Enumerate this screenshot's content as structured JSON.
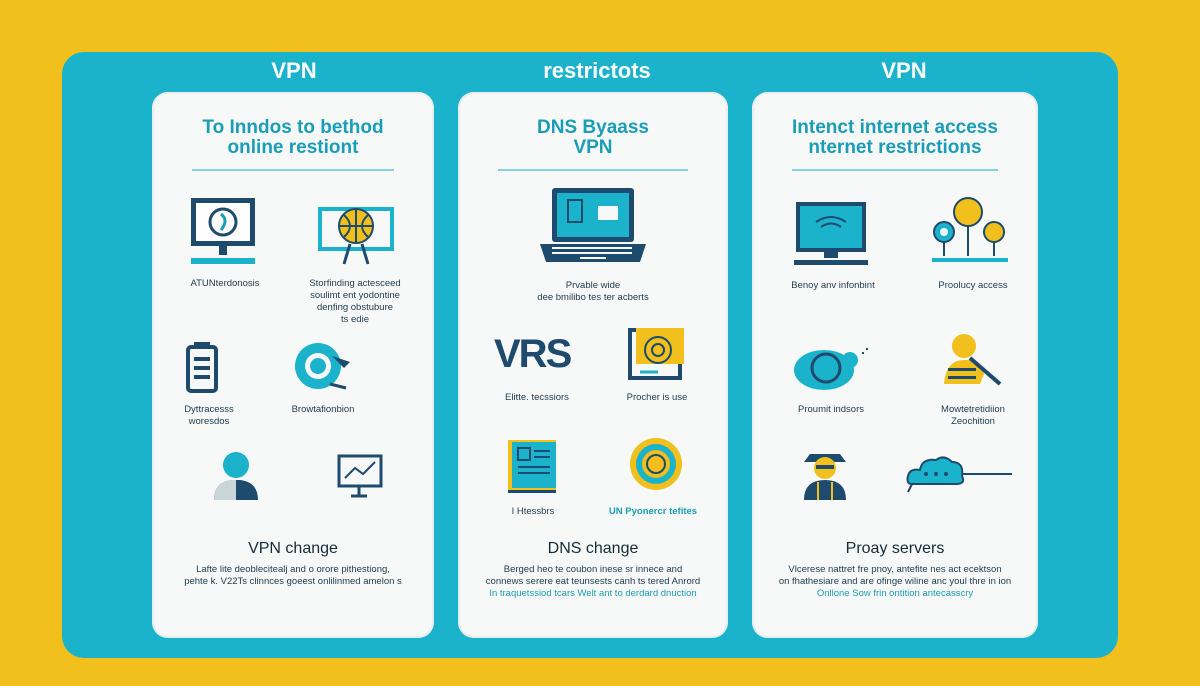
{
  "columns": [
    {
      "header": "VPN",
      "title": [
        "To Inndos to bethod",
        "online restiont"
      ],
      "captions": [
        "ATUNterdonosis",
        "Storfinding actesceed\nsoulimt ent yodontine\ndenfing obstubure\nts edie",
        "Dyttracesss\nworesdos",
        "Browtafionbion",
        "",
        ""
      ],
      "footer_title": "VPN change",
      "footer_lines": [
        "Lafte lite deoblecitealj and o orore pithestiong,",
        "pehte k. V22Ts clinnces goeest onlilinmed amelon s"
      ]
    },
    {
      "header": "restrictots",
      "title": [
        "DNS Byaass",
        "VPN"
      ],
      "captions": [
        "Prvable wide\ndee bmilibo tes ter acberts",
        "VRS",
        "Elitte. tecssiors",
        "Procher is use",
        "I Htessbrs",
        "UN Pyonercr tefites"
      ],
      "footer_title": "DNS change",
      "footer_lines": [
        "Berged heo te coubon inese sr innece and",
        "connews serere eat teunsests canh ts tered Anrord",
        "In traquetssiod tcars Welt ant to derdard dnuction"
      ]
    },
    {
      "header": "VPN",
      "title": [
        "Intenct internet access",
        "nternet restrictions"
      ],
      "captions": [
        "Benoy anv infonbint",
        "Proolucy access",
        "Proumit indsors",
        "Mowtetretidiion\nZeochition",
        "",
        ""
      ],
      "footer_title": "Proay servers",
      "footer_lines": [
        "Vlcerese nattret fre pnoy, antefite nes act ecektson",
        "on fhathesiare and are ofinge wiline anc youl thre in ion",
        "Onllone Sow frin ontition antecasscry"
      ]
    }
  ],
  "colors": {
    "background": "#f2c01c",
    "panel": "#1bb3cc",
    "navy": "#1e4a6e",
    "teal": "#1a9db6",
    "yellow": "#f2c01c"
  }
}
